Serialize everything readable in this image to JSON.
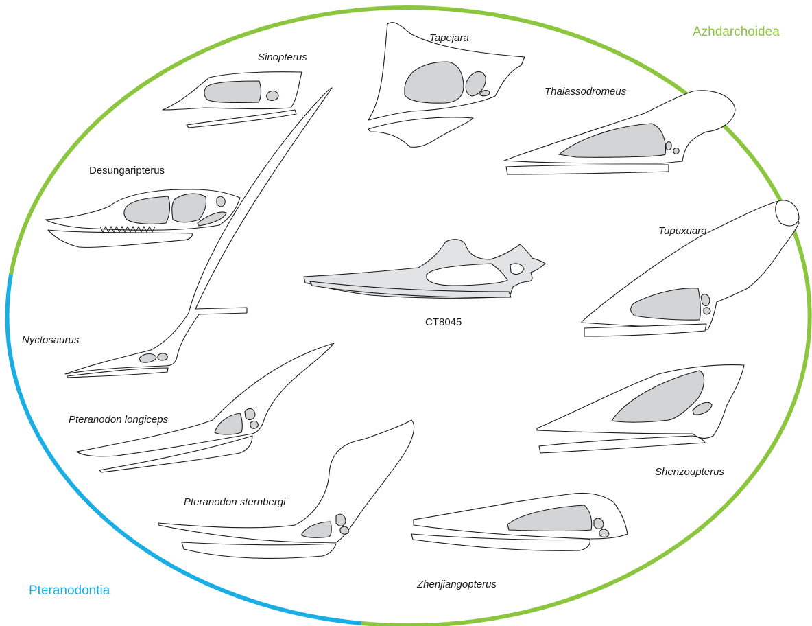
{
  "clades": {
    "azhdarchoidea": {
      "label": "Azhdarchoidea",
      "color": "#8cc63f"
    },
    "pteranodontia": {
      "label": "Pteranodontia",
      "color": "#1aaee5"
    }
  },
  "taxa": {
    "sinopterus": "Sinopterus",
    "tapejara": "Tapejara",
    "thalassodromeus": "Thalassodromeus",
    "desungaripterus": "Desungaripterus",
    "tupuxuara": "Tupuxuara",
    "ct8045": "CT8045",
    "nyctosaurus": "Nyctosaurus",
    "pteranodon_longiceps": "Pteranodon longiceps",
    "shenzoupterus": "Shenzoupterus",
    "pteranodon_sternbergi": "Pteranodon sternbergi",
    "zhenjiangopterus": "Zhenjiangopterus"
  }
}
